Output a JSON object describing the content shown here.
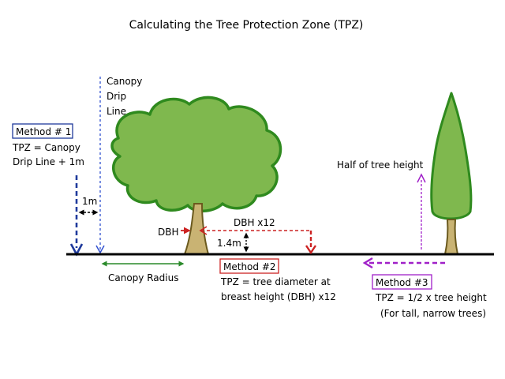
{
  "title": "Calculating the Tree Protection Zone (TPZ)",
  "canopy_drip_line_label": [
    "Canopy",
    "Drip",
    "Line"
  ],
  "method1": {
    "heading": "Method # 1",
    "formula": [
      "TPZ = Canopy",
      "Drip Line + 1m"
    ],
    "color": "#1f3a9c"
  },
  "method2": {
    "heading": "Method #2",
    "formula": [
      "TPZ = tree diameter at",
      "breast height (DBH) x12"
    ],
    "color": "#cc2222"
  },
  "method3": {
    "heading": "Method #3",
    "formula": [
      "TPZ = 1/2 x tree height",
      "(For tall, narrow trees)"
    ],
    "color": "#a020c8"
  },
  "annotations": {
    "one_m": "1m",
    "dbh": "DBH",
    "dbh_x12": "DBH x12",
    "height_1_4m": "1.4m",
    "canopy_radius": "Canopy Radius",
    "half_tree_height": "Half of tree height"
  },
  "colors": {
    "foliage": "#7fb84e",
    "foliage_outline": "#2f8a1e",
    "trunk": "#c9b373",
    "trunk_outline": "#6b5a1e",
    "ground": "#000000",
    "drip_line": "#3050d0",
    "canopy_radius": "#2a8a2a"
  }
}
